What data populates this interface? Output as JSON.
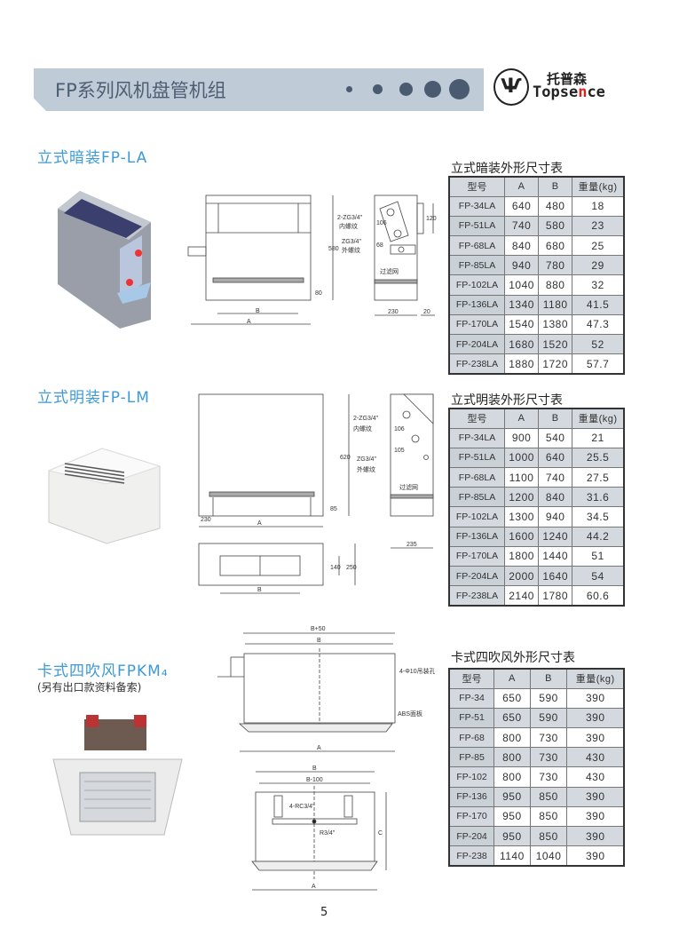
{
  "header": {
    "title": "FP系列风机盘管机组",
    "logo_cn": "托普森",
    "logo_en_pre": "Topse",
    "logo_en_n": "n",
    "logo_en_post": "ce",
    "logo_mark": "Ѱ"
  },
  "sections": [
    {
      "title": "立式暗装FP-LA",
      "table_title": "立式暗装外形尺寸表"
    },
    {
      "title": "立式明装FP-LM",
      "table_title": "立式明装外形尺寸表"
    },
    {
      "title": "卡式四吹风FPKM₄",
      "subtitle": "(另有出口款资料备索)",
      "table_title": "卡式四吹风外形尺寸表"
    }
  ],
  "table_headers": [
    "型号",
    "A",
    "B",
    "重量(kg)"
  ],
  "tables": [
    [
      [
        "FP-34LA",
        "640",
        "480",
        "18"
      ],
      [
        "FP-51LA",
        "740",
        "580",
        "23"
      ],
      [
        "FP-68LA",
        "840",
        "680",
        "25"
      ],
      [
        "FP-85LA",
        "940",
        "780",
        "29"
      ],
      [
        "FP-102LA",
        "1040",
        "880",
        "32"
      ],
      [
        "FP-136LA",
        "1340",
        "1180",
        "41.5"
      ],
      [
        "FP-170LA",
        "1540",
        "1380",
        "47.3"
      ],
      [
        "FP-204LA",
        "1680",
        "1520",
        "52"
      ],
      [
        "FP-238LA",
        "1880",
        "1720",
        "57.7"
      ]
    ],
    [
      [
        "FP-34LA",
        "900",
        "540",
        "21"
      ],
      [
        "FP-51LA",
        "1000",
        "640",
        "25.5"
      ],
      [
        "FP-68LA",
        "1100",
        "740",
        "27.5"
      ],
      [
        "FP-85LA",
        "1200",
        "840",
        "31.6"
      ],
      [
        "FP-102LA",
        "1300",
        "940",
        "34.5"
      ],
      [
        "FP-136LA",
        "1600",
        "1240",
        "44.2"
      ],
      [
        "FP-170LA",
        "1800",
        "1440",
        "51"
      ],
      [
        "FP-204LA",
        "2000",
        "1640",
        "54"
      ],
      [
        "FP-238LA",
        "2140",
        "1780",
        "60.6"
      ]
    ],
    [
      [
        "FP-34",
        "650",
        "590",
        "390"
      ],
      [
        "FP-51",
        "650",
        "590",
        "390"
      ],
      [
        "FP-68",
        "800",
        "730",
        "390"
      ],
      [
        "FP-85",
        "800",
        "730",
        "430"
      ],
      [
        "FP-102",
        "800",
        "730",
        "430"
      ],
      [
        "FP-136",
        "950",
        "850",
        "390"
      ],
      [
        "FP-170",
        "950",
        "850",
        "390"
      ],
      [
        "FP-204",
        "950",
        "850",
        "390"
      ],
      [
        "FP-238",
        "1140",
        "1040",
        "390"
      ]
    ]
  ],
  "drawings": {
    "la": {
      "a": "A",
      "b": "B",
      "h": "580",
      "foot": "80",
      "pipe_in": "2-ZG3/4\"",
      "pipe_in_note": "内螺纹",
      "pipe_out": "ZG3/4\"",
      "pipe_out_note": "外螺纹",
      "d1": "106",
      "d2": "68",
      "d3": "120",
      "filter": "过滤网",
      "depth": "230",
      "ext": "20"
    },
    "lm": {
      "a": "A",
      "b": "B",
      "h": "620",
      "foot": "85",
      "side": "230",
      "pipe_in": "2-ZG3/4\"",
      "pipe_in_note": "内螺纹",
      "pipe_out": "ZG3/4\"",
      "pipe_out_note": "外螺纹",
      "d1": "106",
      "d2": "105",
      "filter": "过滤网",
      "depth": "235",
      "grille": "140",
      "top_depth": "250"
    },
    "km": {
      "b50": "B+50",
      "b": "B",
      "hang": "4-Φ10吊装孔",
      "panel": "ABS面板",
      "a": "A",
      "b100": "B-100",
      "pipe4": "4-RC3/4\"",
      "pipe1": "R3/4\"",
      "c": "C"
    }
  },
  "page_number": "5"
}
